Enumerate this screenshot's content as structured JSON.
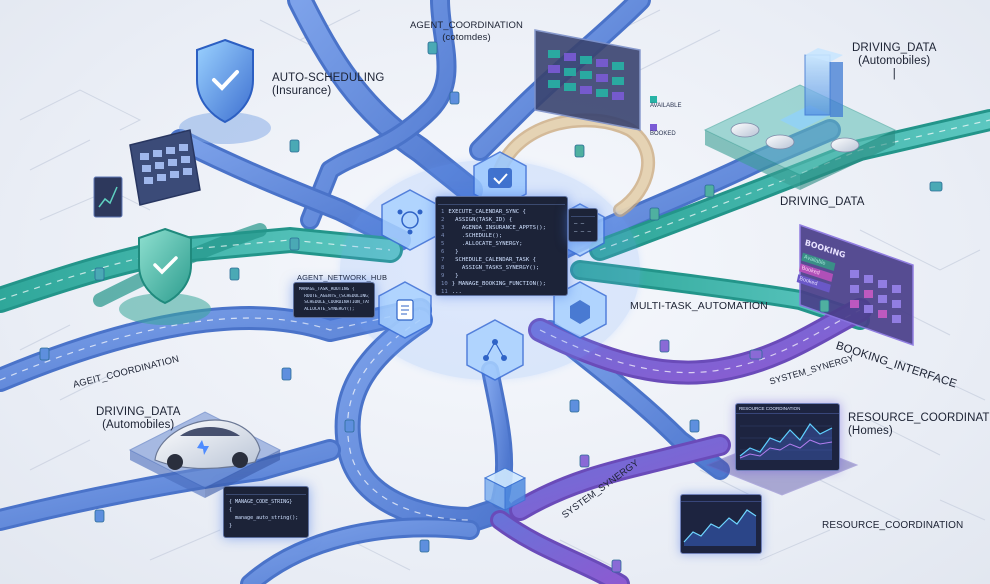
{
  "labels": {
    "agent_coordination_top": "AGENT_COORDINATION\n(cotomdes)",
    "auto_scheduling": "AUTO-SCHEDULING\n(Insurance)",
    "driving_data_top": "DRIVING_DATA\n(Automobiles)\n|",
    "driving_data_mid": "DRIVING_DATA",
    "agent_network_hub": "AGENT_NETWORK_HUB",
    "multi_task": "MULTI-TASK_AUTOMATION",
    "system_synergy_right": "SYSTEM_SYNERGY",
    "booking_interface": "BOOKING_INTERFACE",
    "agent_coordination_left": "AGEIT_COORDINATION",
    "driving_data_left": "DRIVING_DATA\n(Automobiles)",
    "resource_coord_homes": "RESOURCE_COORDINATION\n(Homes)",
    "system_synergy_bottom": "SYSTEM_SYNERGY",
    "resource_coord_bottom": "RESOURCE_COORDINATION"
  },
  "legend": [
    {
      "label": "AVAILABLE",
      "color": "#27b3a6"
    },
    {
      "label": "BOOKED",
      "color": "#7a5bd6"
    }
  ],
  "code_main": {
    "lines": [
      "EXECUTE_CALENDAR_SYNC {",
      "  ASSIGN(TASK_ID) {",
      "    AGENDA_INSURANCE_APPTS();",
      "    .SCHEDULE();",
      "    .ALLOCATE_SYNERGY;",
      "  }",
      "  SCHEDULE_CALENDAR_TASK {",
      "    ASSIGN_TASKS_SYNERGY();",
      "  }",
      "} MANAGE_BOOKING_FUNCTION();",
      "..."
    ]
  },
  "code_hub": {
    "lines": [
      "MANAGE_TASK_ROUTING {",
      "  ROUTE_AGENTS_(SCHEDULING)",
      "  SCHEDULE_COORDINATION_TASKS()",
      "  ALLOCATE_SYNERGY();"
    ]
  },
  "code_bottom": {
    "lines": [
      "{ MANAGE_CODE_STRING}",
      "{",
      "  manage_auto_string();",
      "}"
    ]
  },
  "booking_panel": {
    "header": "BOOKING",
    "rows": [
      "Available",
      "Booked",
      "Booked"
    ]
  },
  "resource_panel": {
    "title": "RESOURCE COORDINATION"
  },
  "colors": {
    "road_blue": "#5b87da",
    "road_teal": "#38b3a7",
    "road_purple": "#8561d3",
    "glow_blue": "#4f8cff"
  }
}
